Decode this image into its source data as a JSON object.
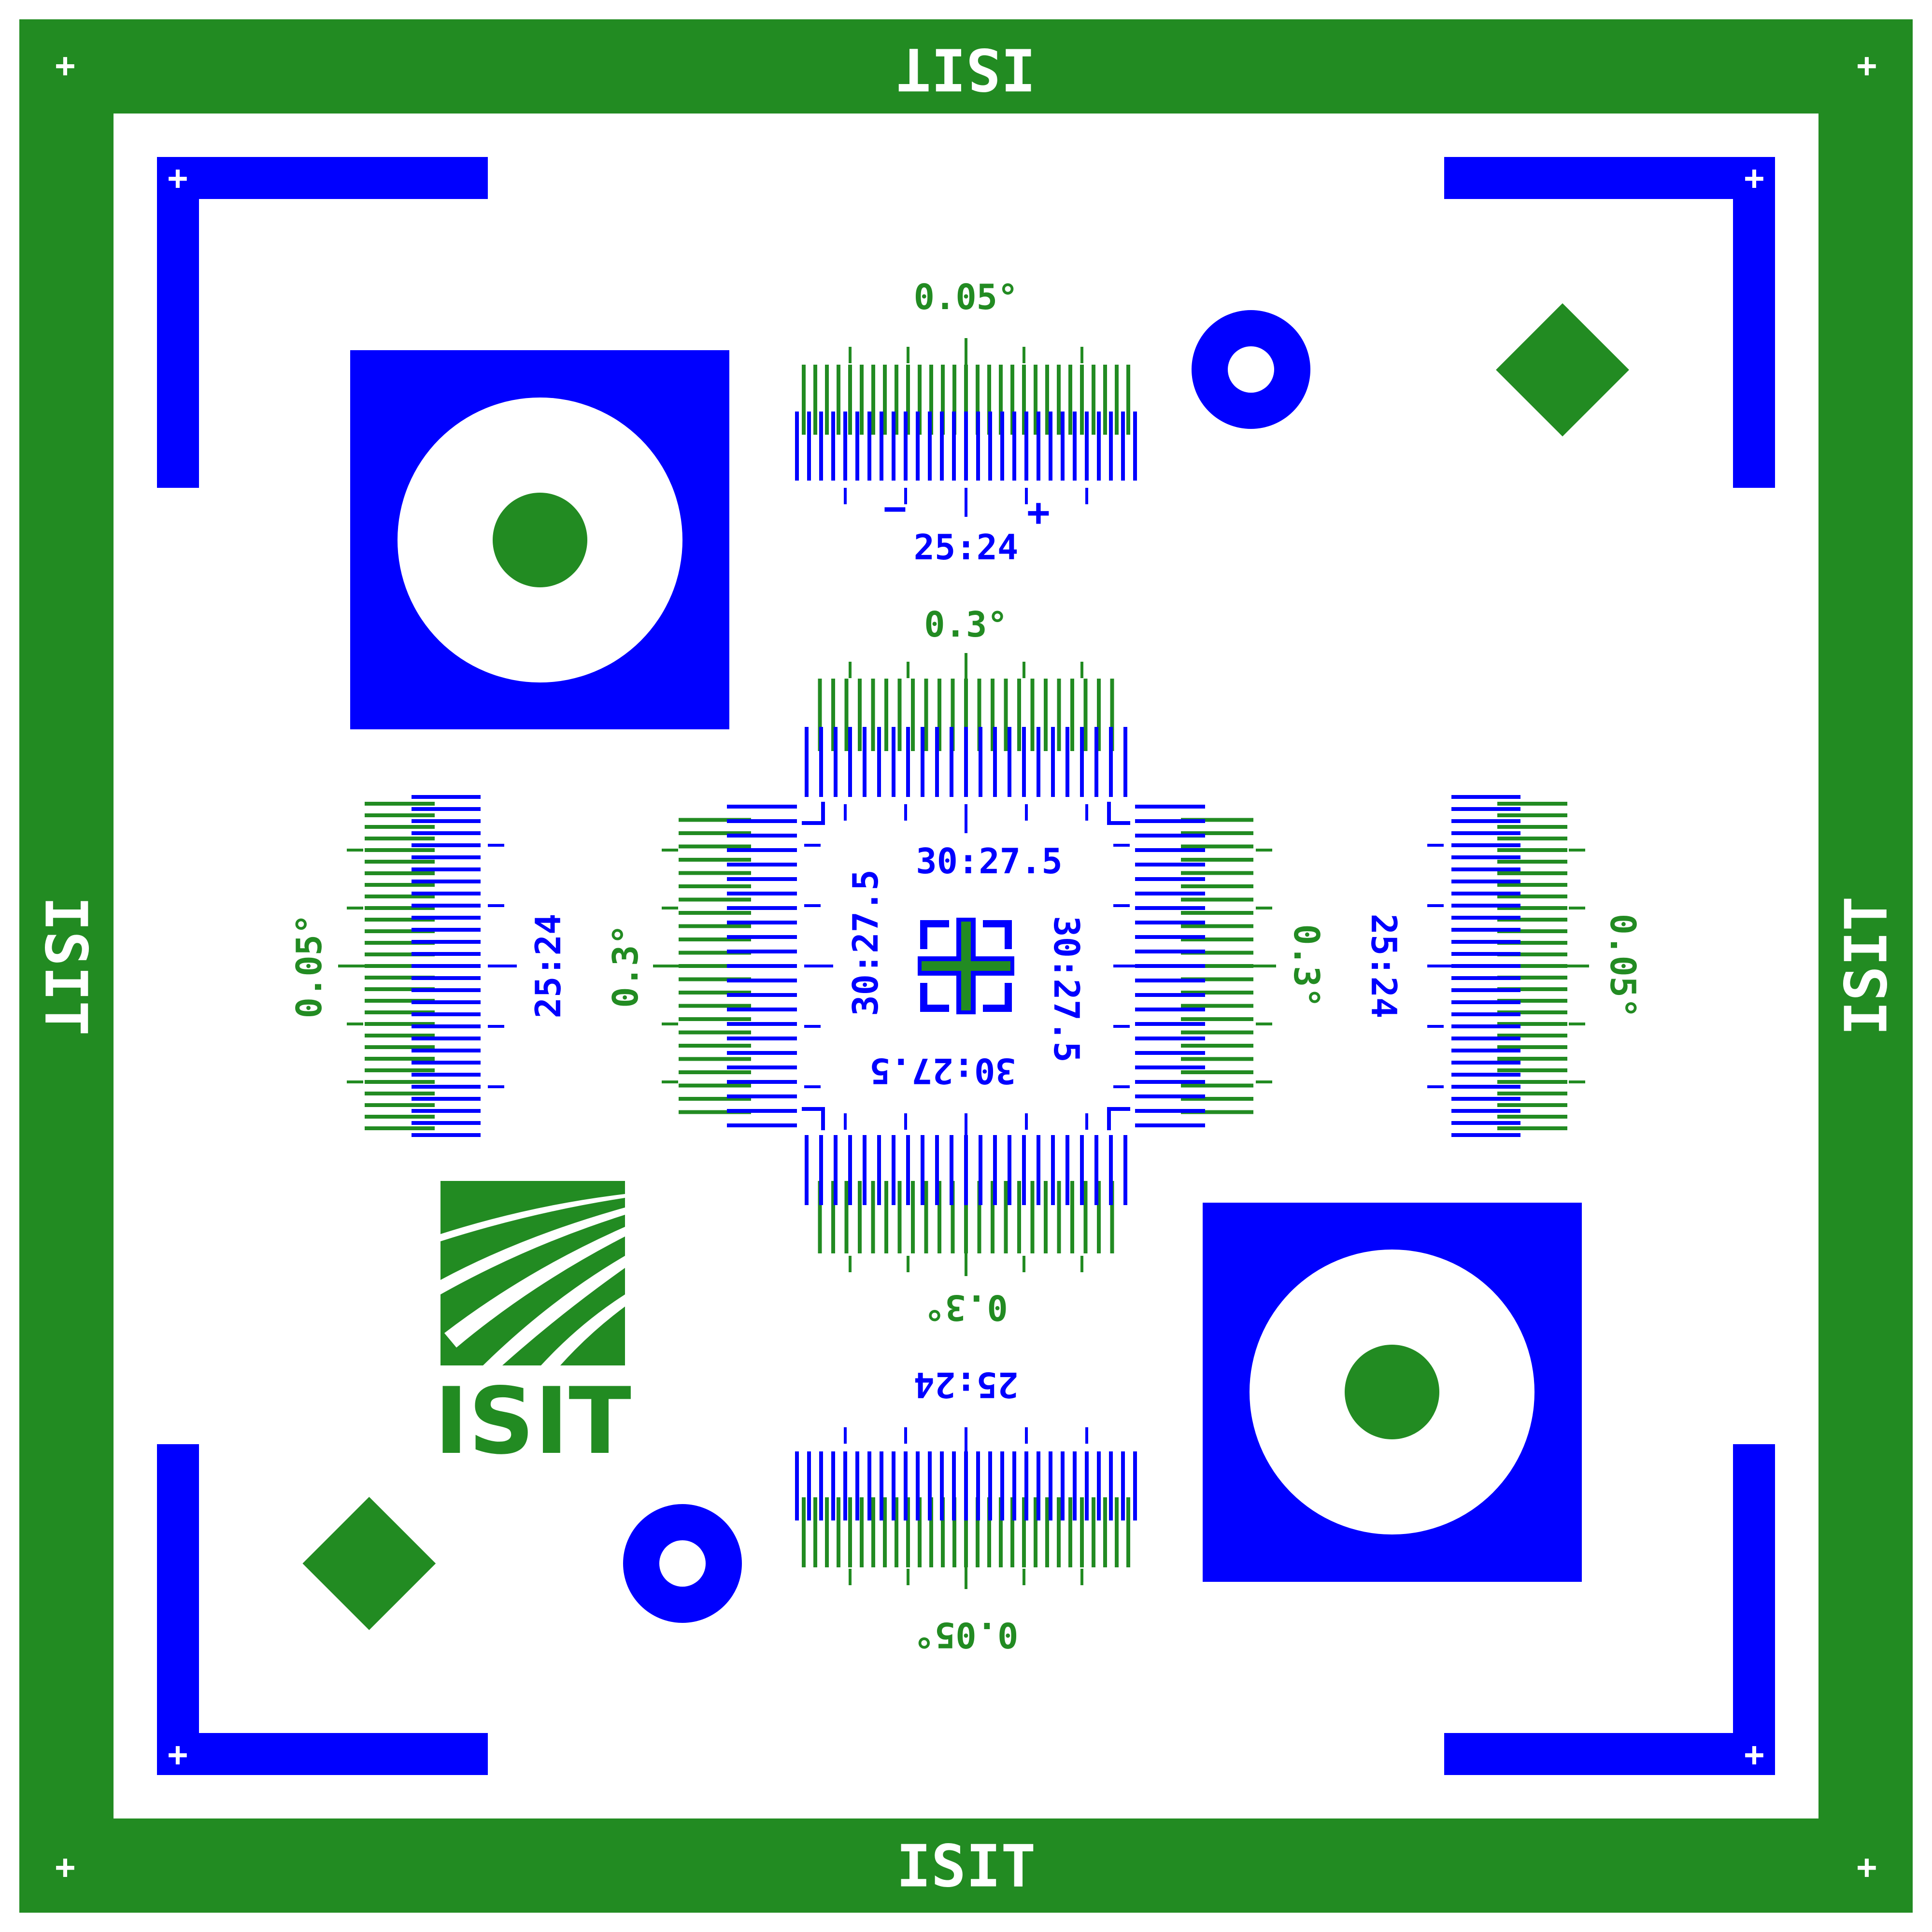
{
  "colors": {
    "green": "#228b22",
    "blue": "#0000ff",
    "white": "#ffffff"
  },
  "frame": {
    "label_top": "ISIT",
    "label_bottom": "ISIT",
    "label_left": "ISIT",
    "label_right": "ISIT",
    "corner_mark": "+"
  },
  "logo": {
    "text": "ISIT"
  },
  "verniers": {
    "top_angle": "0.05°",
    "top_ratio": "25:24",
    "top_minus": "−",
    "top_plus": "+",
    "bottom_angle": "0.05°",
    "bottom_ratio": "25:24",
    "left_angle": "0.05°",
    "left_ratio": "25:24",
    "right_angle": "0.05°",
    "right_ratio": "25:24",
    "center_top_angle": "0.3°",
    "center_bottom_angle": "0.3°",
    "center_left_angle": "0.3°",
    "center_right_angle": "0.3°",
    "center_top_ratio": "30:27.5",
    "center_bottom_ratio": "30:27.5",
    "center_left_ratio": "30:27.5",
    "center_right_ratio": "30:27.5"
  }
}
